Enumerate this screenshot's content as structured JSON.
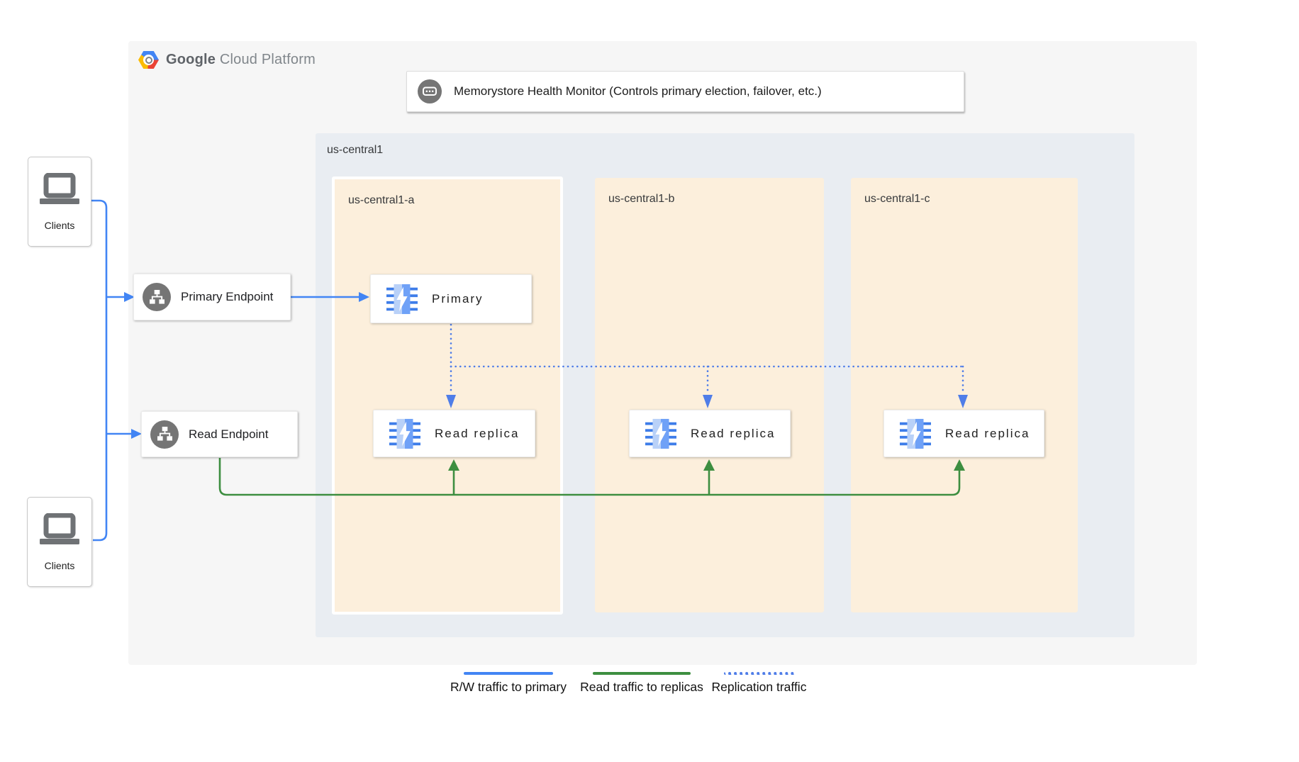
{
  "logo": {
    "brand": "Google",
    "suffix": "Cloud Platform"
  },
  "monitor": {
    "label": "Memorystore Health Monitor (Controls primary election, failover, etc.)"
  },
  "clients": {
    "top_label": "Clients",
    "bottom_label": "Clients"
  },
  "endpoints": {
    "primary_label": "Primary Endpoint",
    "read_label": "Read Endpoint"
  },
  "region": {
    "label": "us-central1",
    "zones": [
      {
        "label": "us-central1-a"
      },
      {
        "label": "us-central1-b"
      },
      {
        "label": "us-central1-c"
      }
    ]
  },
  "nodes": {
    "primary_label": "Primary",
    "replica_a_label": "Read replica",
    "replica_b_label": "Read replica",
    "replica_c_label": "Read replica"
  },
  "legend": {
    "rw_label": "R/W traffic to primary",
    "read_label": "Read traffic to replicas",
    "replication_label": "Replication traffic"
  },
  "colors": {
    "rw_traffic_blue": "#4285f4",
    "read_traffic_green": "#3d8e40",
    "replication_blue_dotted": "#4f7de8",
    "zone_bg": "#fcefdc",
    "region_bg": "#e9edf2",
    "container_bg": "#f6f6f6",
    "icon_gray": "#757575"
  }
}
